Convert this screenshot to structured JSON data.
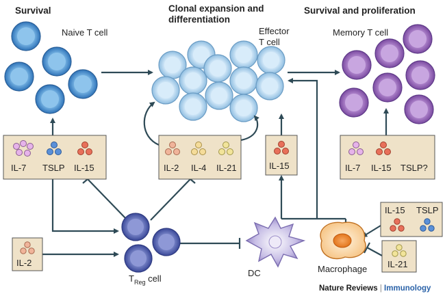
{
  "headers": {
    "survival": "Survival",
    "clonal_line1": "Clonal expansion and",
    "clonal_line2": "differentiation",
    "survival_proliferation": "Survival and proliferation"
  },
  "cells": {
    "naive": "Naive T cell",
    "effector_line1": "Effector",
    "effector_line2": "T cell",
    "memory": "Memory T cell",
    "treg_main": "T",
    "treg_sub": "Reg",
    "treg_suffix": " cell",
    "dc": "DC",
    "macrophage": "Macrophage"
  },
  "cytokines": {
    "box1": [
      "IL-7",
      "TSLP",
      "IL-15"
    ],
    "box2": [
      "IL-2",
      "IL-4",
      "IL-21"
    ],
    "box3": [
      "IL-15"
    ],
    "box4": [
      "IL-7",
      "IL-15",
      "TSLP?"
    ],
    "box5": [
      "IL-2"
    ],
    "box6": [
      "IL-15",
      "TSLP"
    ],
    "box7": [
      "IL-21"
    ]
  },
  "footer": {
    "journal": "Nature Reviews",
    "separator": " | ",
    "section": "Immunology"
  },
  "colors": {
    "naive_cell": "#4a90d0",
    "effector_cell": "#b8d8f0",
    "memory_cell": "#9060b0",
    "treg_cell": "#4a5aa8",
    "dc_cell": "#a898d0",
    "macrophage": "#f0a040",
    "box_fill": "#efe2c8",
    "arrow": "#2e4a56",
    "footer_accent": "#2a62a8"
  }
}
